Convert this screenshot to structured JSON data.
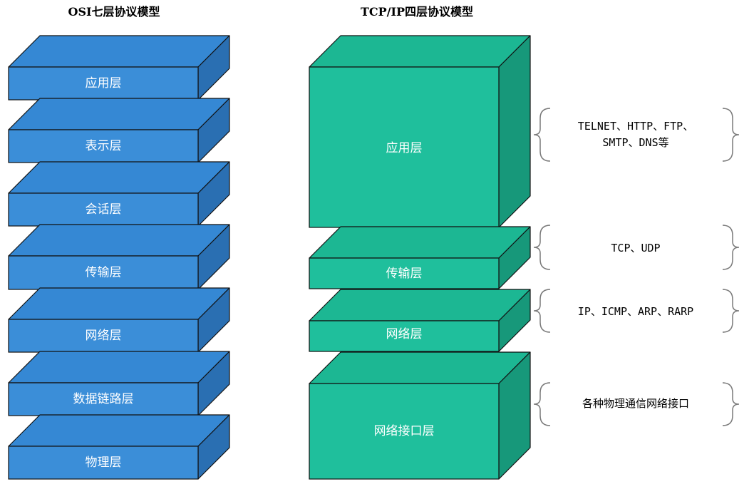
{
  "colors": {
    "osi_front": "#3B8ED8",
    "osi_top": "#3588D4",
    "osi_side": "#2A6FB2",
    "tcp_front": "#1FBF9C",
    "tcp_top": "#1CB793",
    "tcp_side": "#17987A",
    "outline": "#111111"
  },
  "osi": {
    "title": "OSI七层协议模型",
    "layers": [
      "应用层",
      "表示层",
      "会话层",
      "传输层",
      "网络层",
      "数据链路层",
      "物理层"
    ]
  },
  "tcpip": {
    "title": "TCP/IP四层协议模型",
    "layers": [
      "应用层",
      "传输层",
      "网络层",
      "网络接口层"
    ],
    "protocols": [
      [
        "TELNET、HTTP、FTP、",
        "SMTP、DNS等"
      ],
      [
        "TCP、UDP"
      ],
      [
        "IP、ICMP、ARP、RARP"
      ],
      [
        "各种物理通信网络接口"
      ]
    ]
  }
}
